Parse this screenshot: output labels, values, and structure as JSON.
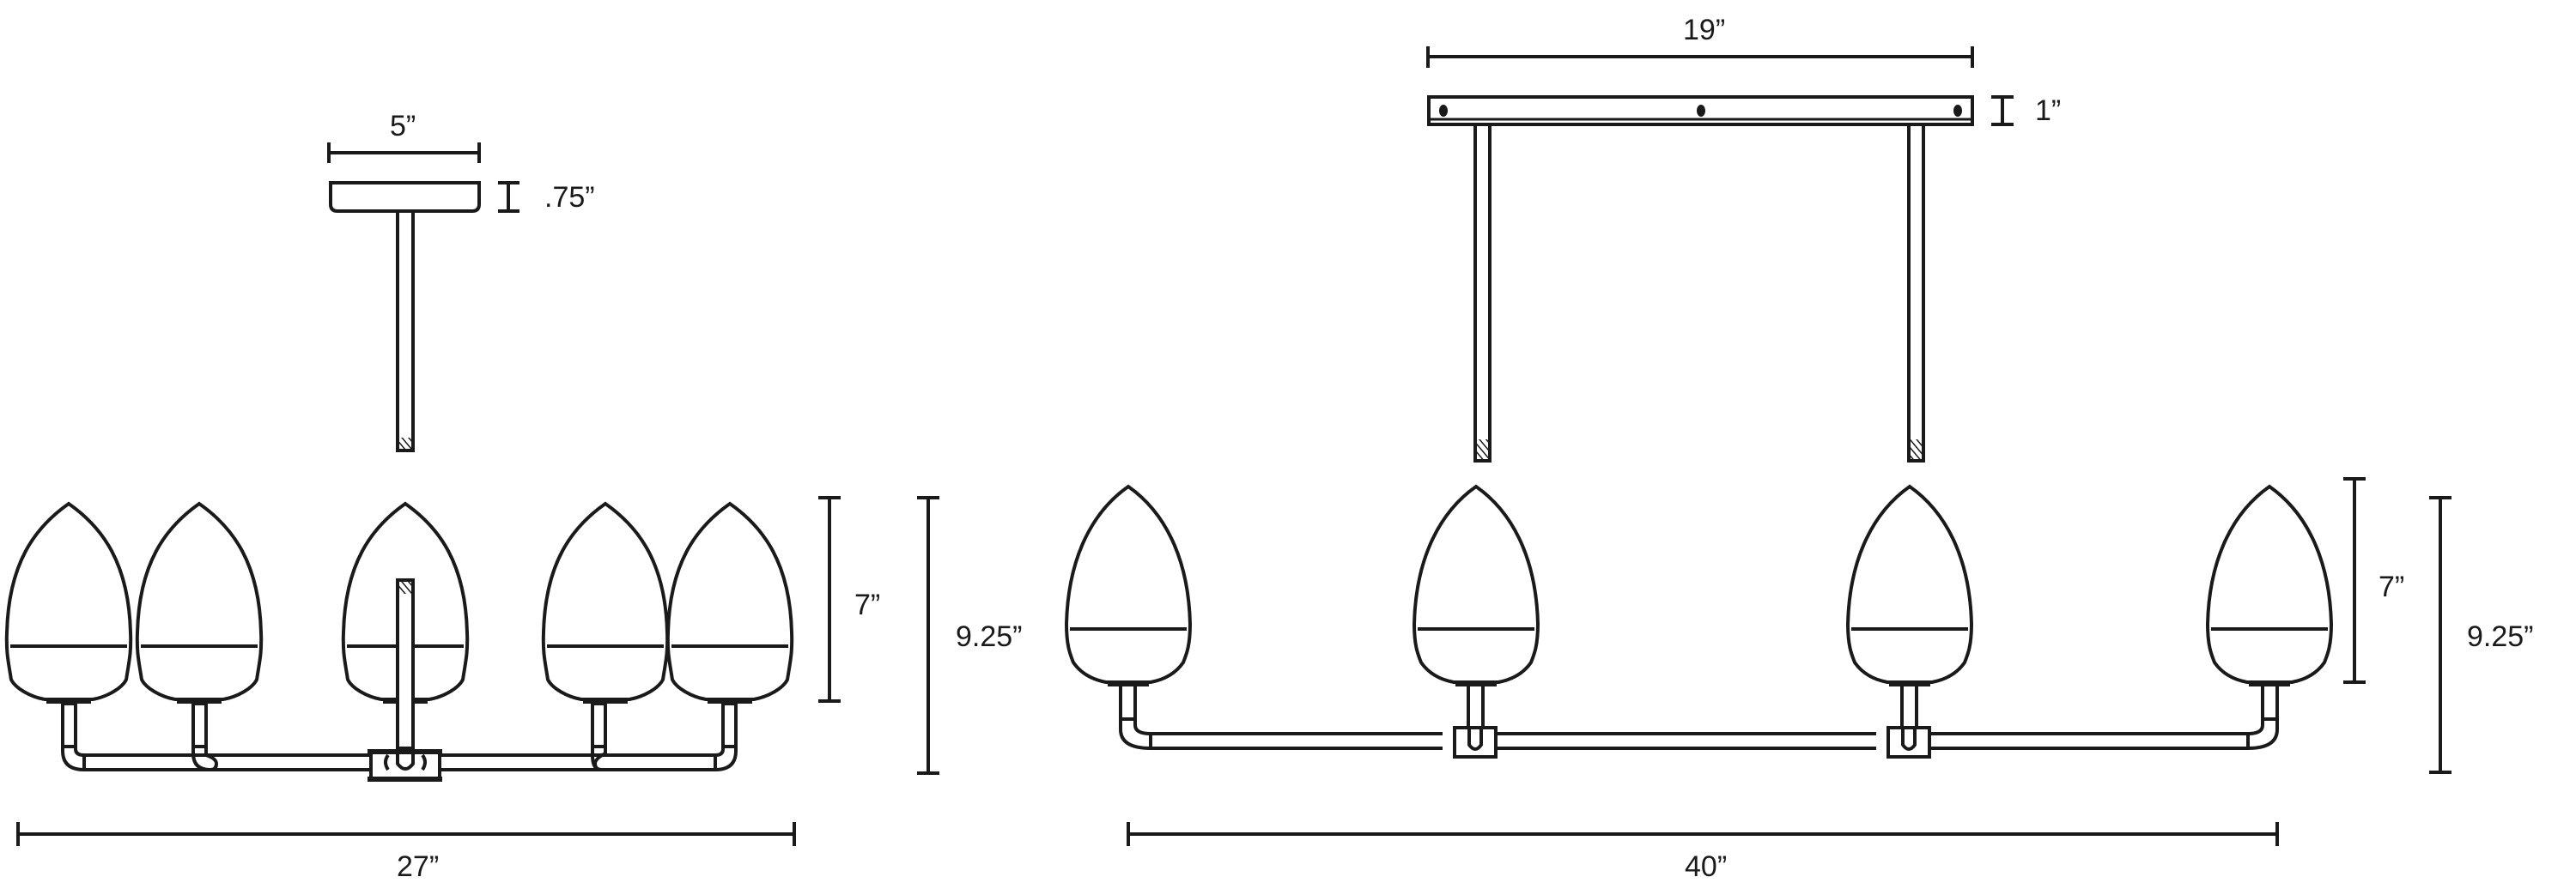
{
  "drawing": {
    "type": "dimension-drawing",
    "subject": "Linear chandelier pendant - two configurations",
    "stroke_color": "#1a1a1a",
    "background": "#ffffff"
  },
  "left_fixture": {
    "lights": 5,
    "canopy": {
      "width_label": "5”",
      "height_label": ".75”"
    },
    "dimensions": {
      "shade_height": "7”",
      "fixture_height": "9.25”",
      "overall_width": "27”"
    }
  },
  "right_fixture": {
    "lights": 4,
    "canopy": {
      "width_label": "19”",
      "height_label": "1”"
    },
    "dimensions": {
      "shade_height": "7”",
      "fixture_height": "9.25”",
      "overall_width": "40”"
    }
  }
}
